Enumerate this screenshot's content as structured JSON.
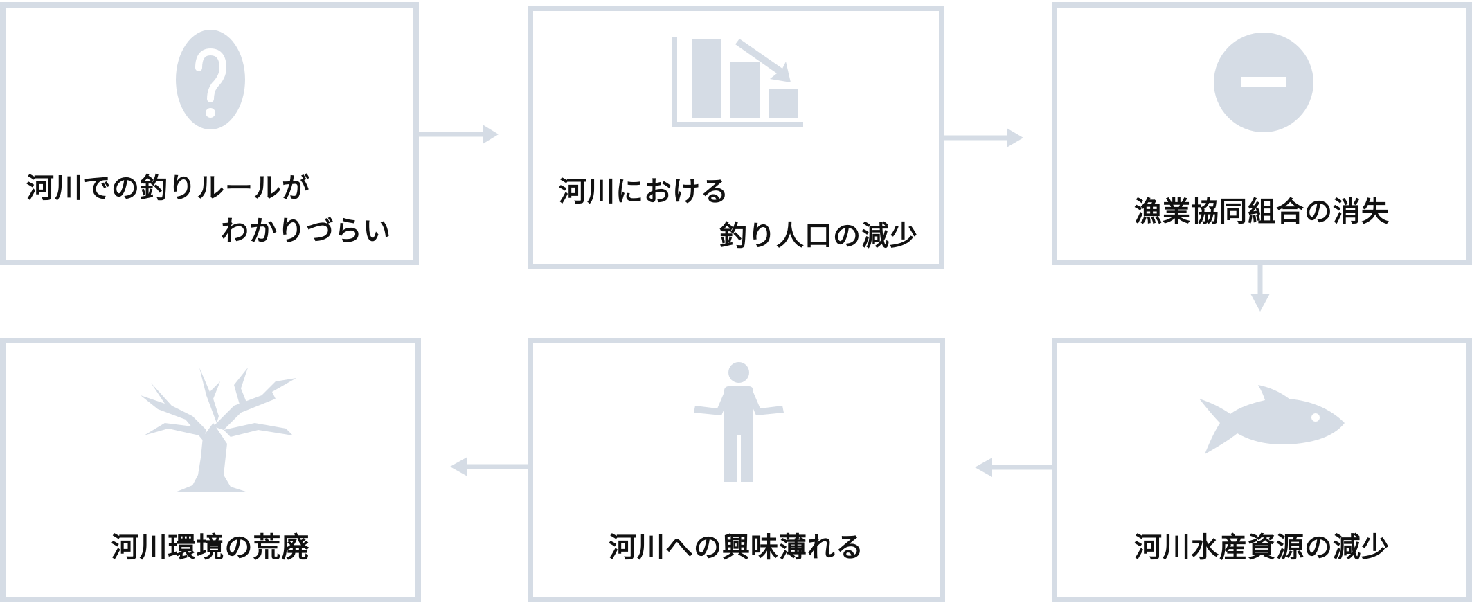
{
  "colors": {
    "stroke": "#d5dce5",
    "text": "#111111"
  },
  "nodes": [
    {
      "icon": "question-icon",
      "lines": [
        "河川での釣りルールが",
        "わかりづらい"
      ]
    },
    {
      "icon": "declining-chart-icon",
      "lines": [
        "河川における",
        "釣り人口の減少"
      ]
    },
    {
      "icon": "minus-icon",
      "lines": [
        "漁業協同組合の消失"
      ]
    },
    {
      "icon": "fish-icon",
      "lines": [
        "河川水産資源の減少"
      ]
    },
    {
      "icon": "person-shrug-icon",
      "lines": [
        "河川への興味薄れる"
      ]
    },
    {
      "icon": "dead-tree-icon",
      "lines": [
        "河川環境の荒廃"
      ]
    }
  ]
}
